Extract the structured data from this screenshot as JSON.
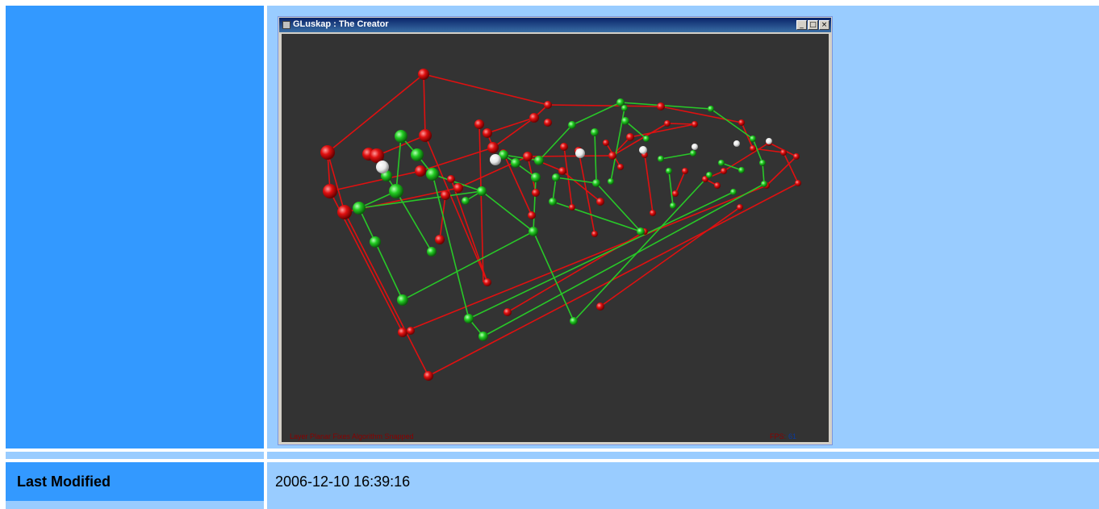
{
  "window": {
    "title": "GLuskap : The Creator",
    "minimize_glyph": "_",
    "maximize_glyph": "□",
    "close_glyph": "×"
  },
  "viewport": {
    "status_text": "Layer Planar Fixes Algorithm Snapped",
    "fps_label": "FPS:",
    "fps_value": "61"
  },
  "meta": {
    "last_modified_label": "Last Modified",
    "last_modified_value": "2006-12-10 16:39:16"
  },
  "colors": {
    "primary_cell": "#3399ff",
    "secondary_cell": "#99ccff",
    "viewport_bg": "#333333",
    "red_node": "#dd1111",
    "green_node": "#22cc22",
    "white_node": "#ffffff"
  },
  "icons": [
    "app-window-icon",
    "minimize-icon",
    "maximize-icon",
    "close-icon"
  ]
}
